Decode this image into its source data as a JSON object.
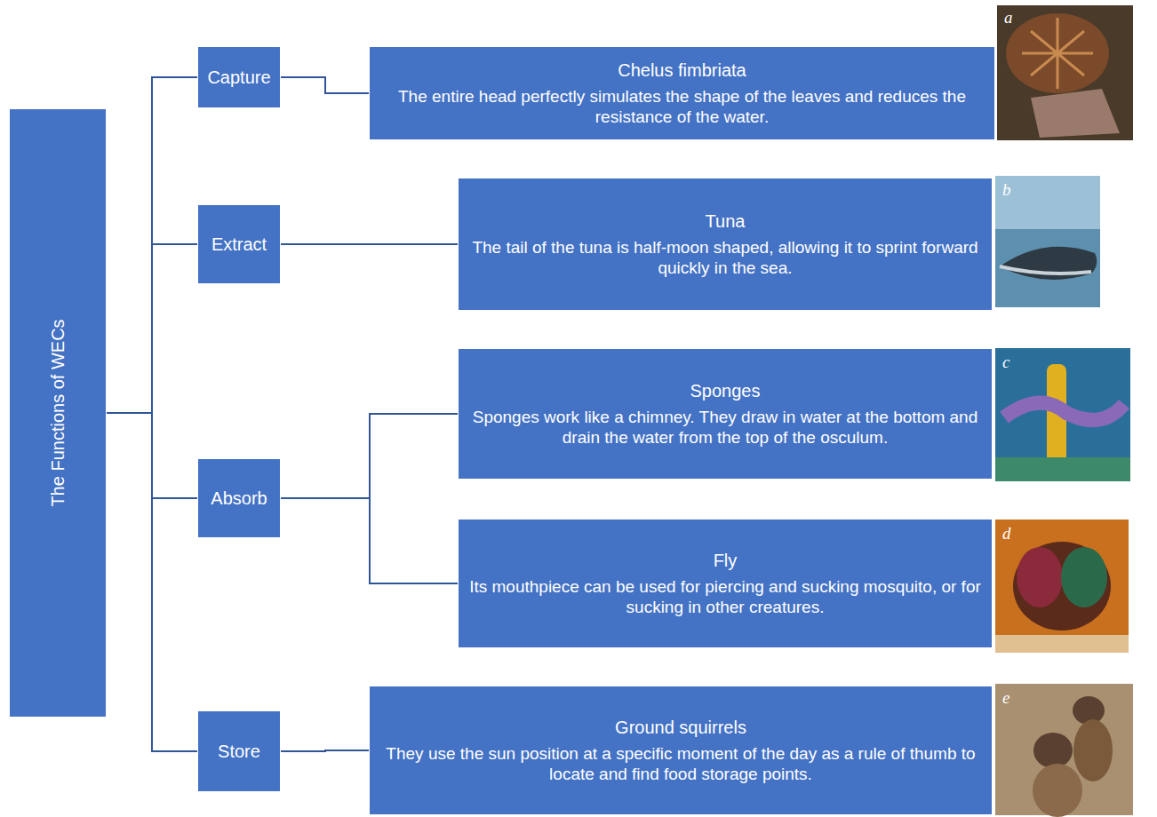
{
  "diagram": {
    "nodes": [
      {
        "text": [
          "The Functions of WECs"
        ]
      },
      {
        "text": [
          "Capture"
        ]
      },
      {
        "text": [
          "Extract"
        ]
      },
      {
        "text": [
          "Absorb"
        ]
      },
      {
        "text": [
          "Store"
        ]
      },
      {
        "text": [
          "Chelus fimbriata",
          "The entire head perfectly simulates the shape of the leaves and reduces the resistance of the water."
        ]
      },
      {
        "text": [
          "Tuna",
          "The tail of the tuna is half-moon shaped, allowing it to sprint forward quickly in the sea."
        ]
      },
      {
        "text": [
          "Sponges",
          "Sponges work like a chimney. They draw in water at the bottom and drain the water from the top of the osculum."
        ]
      },
      {
        "text": [
          "Fly",
          "Its mouthpiece can be used for piercing and sucking mosquito, or for sucking in other creatures."
        ]
      },
      {
        "text": [
          "Ground squirrels",
          "They use the sun position at a specific moment of the day as a rule of thumb to locate and find food storage points."
        ]
      }
    ],
    "edges": [
      {
        "from": 0,
        "to": 1,
        "arrow": "none"
      },
      {
        "from": 0,
        "to": 2,
        "arrow": "none"
      },
      {
        "from": 0,
        "to": 3,
        "arrow": "none"
      },
      {
        "from": 0,
        "to": 4,
        "arrow": "none"
      },
      {
        "from": 1,
        "to": 5,
        "arrow": "none"
      },
      {
        "from": 2,
        "to": 6,
        "arrow": "none"
      },
      {
        "from": 3,
        "to": 7,
        "arrow": "none"
      },
      {
        "from": 3,
        "to": 8,
        "arrow": "none"
      },
      {
        "from": 4,
        "to": 9,
        "arrow": "none"
      }
    ],
    "labels": [
      "a",
      "b",
      "c",
      "d",
      "e"
    ]
  }
}
